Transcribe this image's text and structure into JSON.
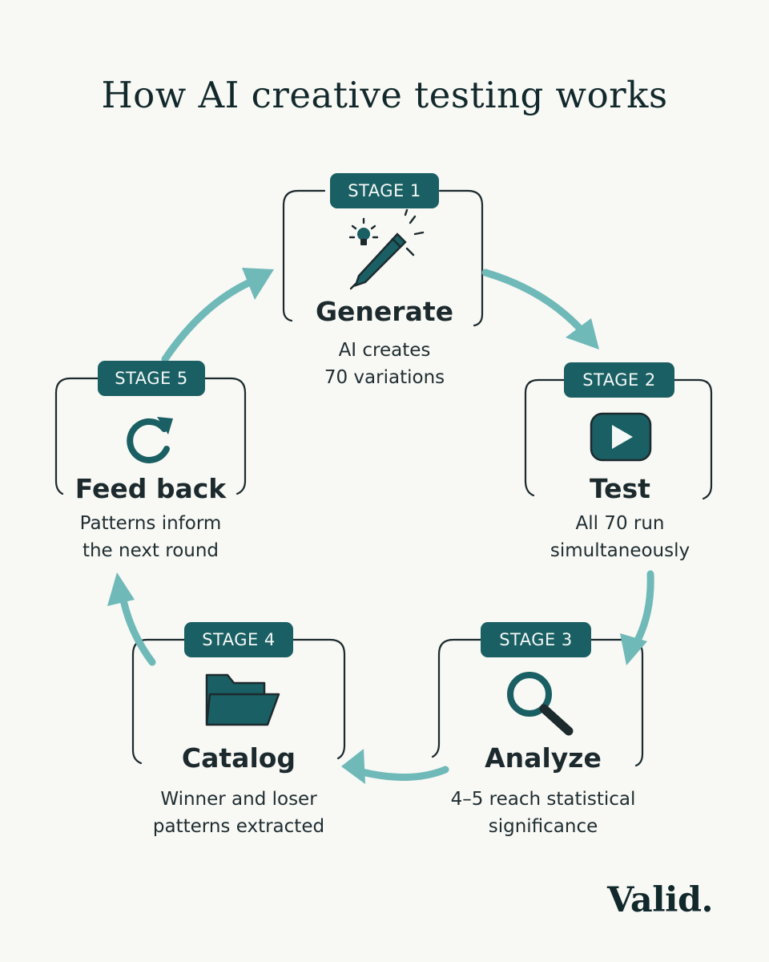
{
  "title": "How AI creative testing works",
  "brand": "Valid.",
  "colors": {
    "accent": "#1a5f63",
    "arrow": "#6fb9b9",
    "ink": "#1c2a2e",
    "background": "#f8f8f4"
  },
  "stages": [
    {
      "badge": "STAGE 1",
      "title": "Generate",
      "desc": [
        "AI creates",
        "70 variations"
      ],
      "icon": "lightbulb-pencil-icon"
    },
    {
      "badge": "STAGE 2",
      "title": "Test",
      "desc": [
        "All 70 run",
        "simultaneously"
      ],
      "icon": "play-icon"
    },
    {
      "badge": "STAGE 3",
      "title": "Analyze",
      "desc": [
        "4–5 reach statistical",
        "significance"
      ],
      "icon": "magnifier-icon"
    },
    {
      "badge": "STAGE 4",
      "title": "Catalog",
      "desc": [
        "Winner and loser",
        "patterns extracted"
      ],
      "icon": "folder-icon"
    },
    {
      "badge": "STAGE 5",
      "title": "Feed back",
      "desc": [
        "Patterns inform",
        "the next round"
      ],
      "icon": "refresh-icon"
    }
  ]
}
